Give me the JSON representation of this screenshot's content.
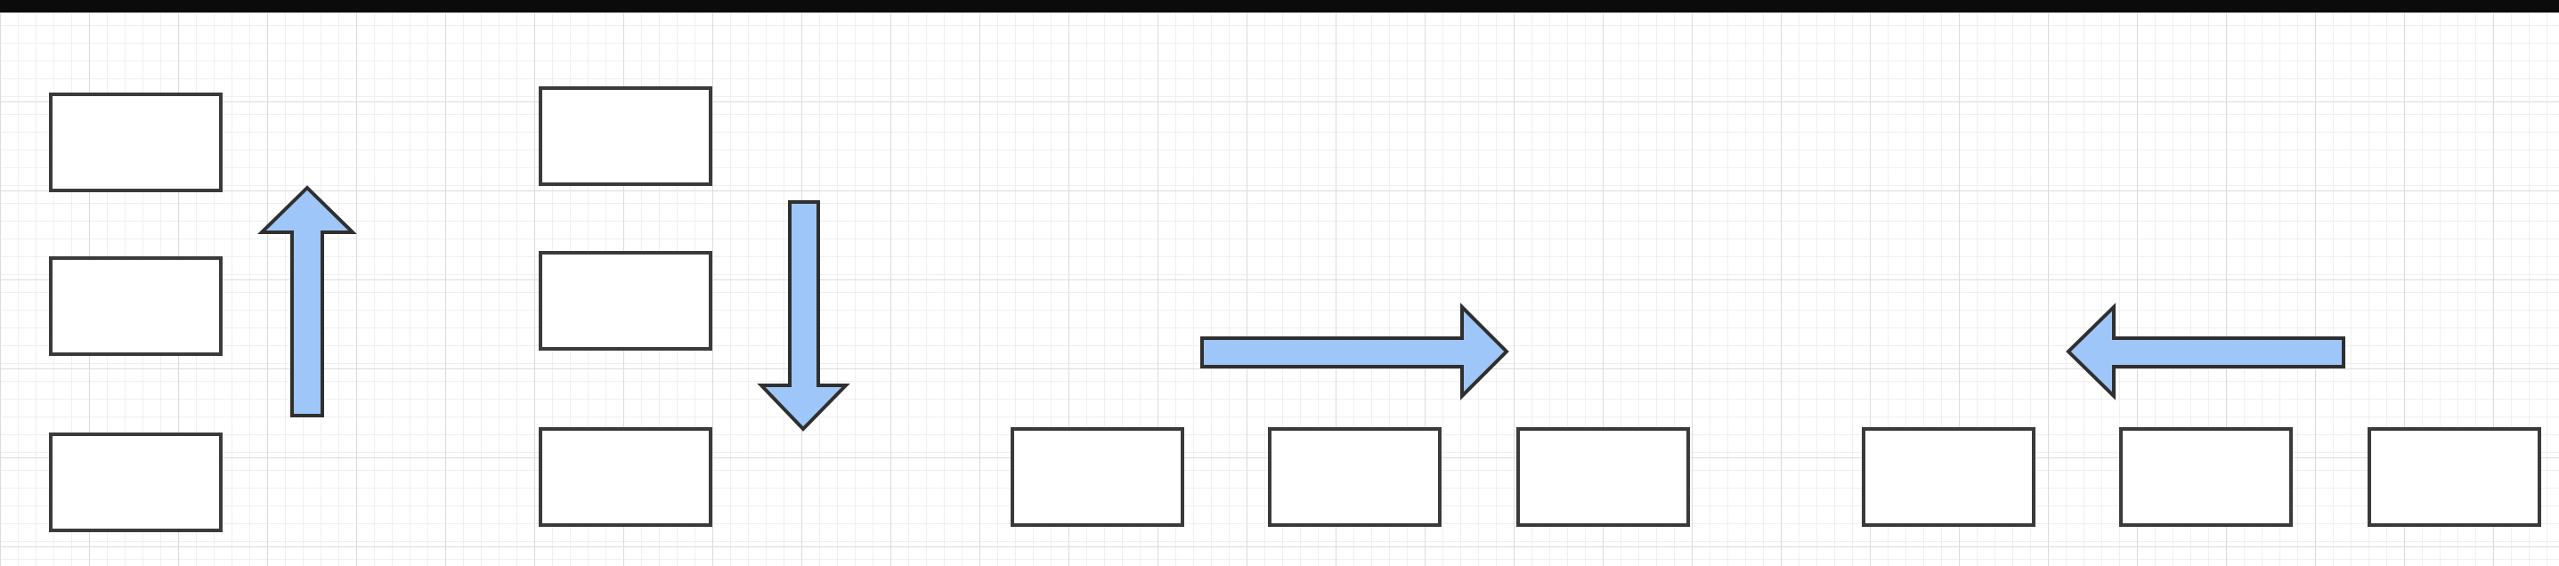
{
  "colors": {
    "background": "#ffffff",
    "grid_minor": "#ececec",
    "grid_major": "#dcdcdc",
    "topbar": "#0b0b0b",
    "box_fill": "#ffffff",
    "box_stroke": "#3a3a3a",
    "arrow_fill": "#9ec6f8",
    "arrow_stroke": "#2f2f2f"
  },
  "groups": [
    {
      "id": "vertical-stack-up",
      "orientation": "vertical",
      "box_count": 3,
      "arrow": "up-arrow-icon"
    },
    {
      "id": "vertical-stack-down",
      "orientation": "vertical",
      "box_count": 3,
      "arrow": "down-arrow-icon"
    },
    {
      "id": "horizontal-row-right",
      "orientation": "horizontal",
      "box_count": 3,
      "arrow": "right-arrow-icon"
    },
    {
      "id": "horizontal-row-left",
      "orientation": "horizontal",
      "box_count": 3,
      "arrow": "left-arrow-icon"
    }
  ]
}
